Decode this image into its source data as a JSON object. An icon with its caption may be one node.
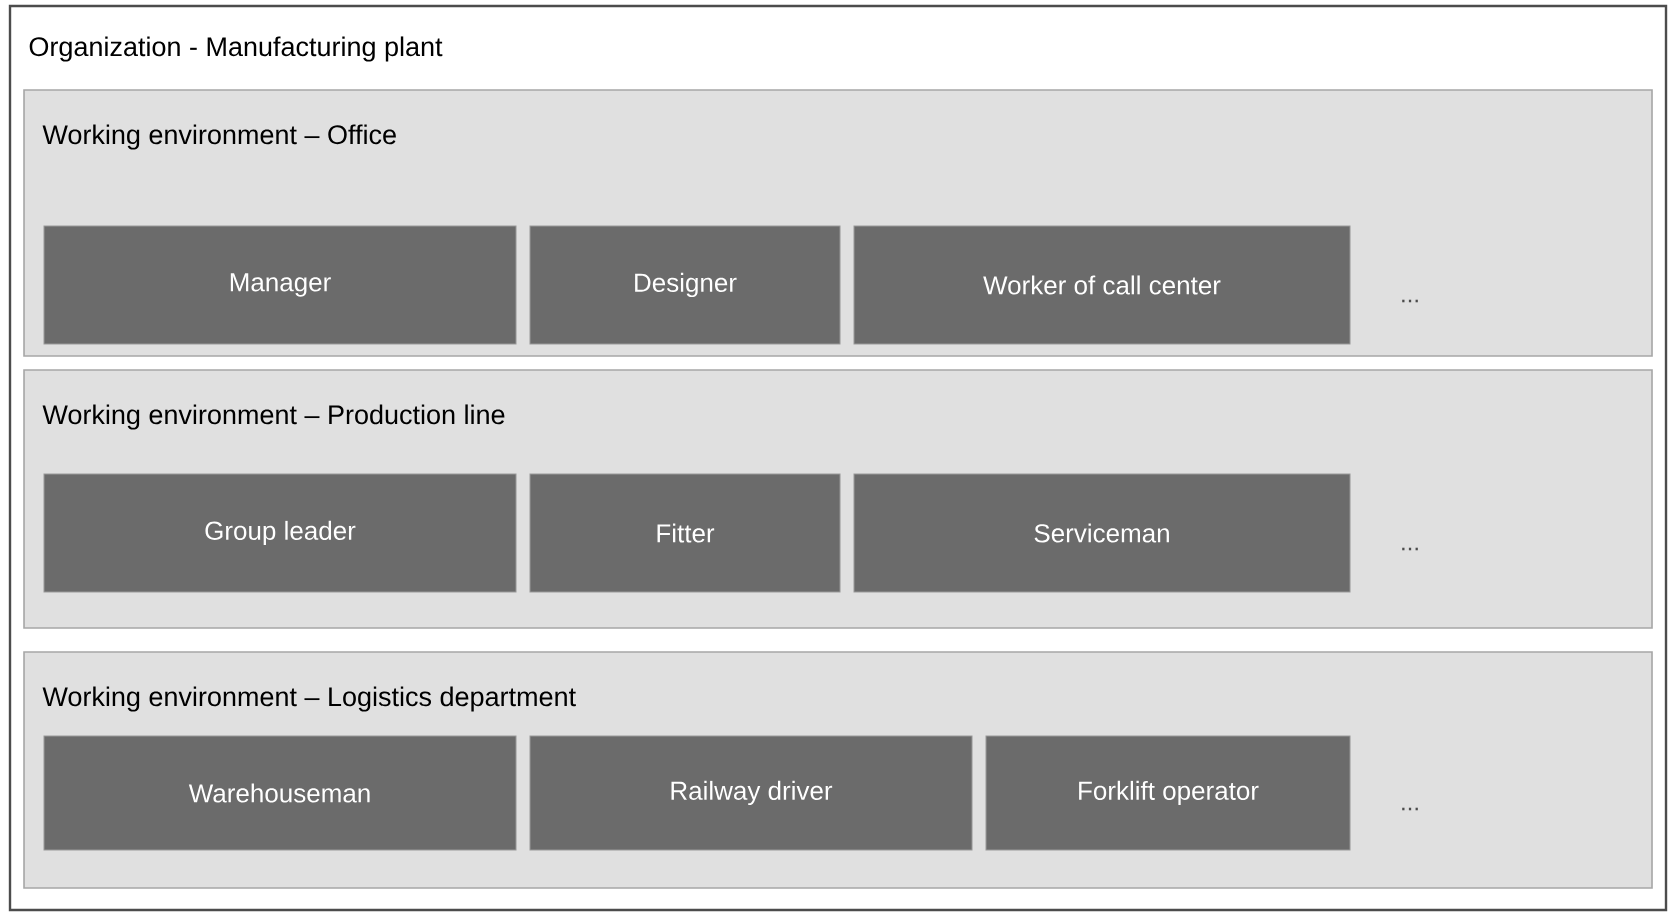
{
  "diagram": {
    "nodes": [
      {
        "text": [
          "Organization - Manufacturing plant"
        ]
      },
      {
        "text": [
          "Working environment – Office",
          "..."
        ],
        "in": 0
      },
      {
        "text": [
          "Manager"
        ],
        "in": 1
      },
      {
        "text": [
          "Designer"
        ],
        "in": 1
      },
      {
        "text": [
          "Worker of call center"
        ],
        "in": 1
      },
      {
        "text": [
          "Working environment – Production line",
          "..."
        ],
        "in": 0
      },
      {
        "text": [
          "Group leader"
        ],
        "in": 5
      },
      {
        "text": [
          "Fitter"
        ],
        "in": 5
      },
      {
        "text": [
          "Serviceman"
        ],
        "in": 5
      },
      {
        "text": [
          "Working environment – Logistics department",
          "..."
        ],
        "in": 0
      },
      {
        "text": [
          "Warehouseman"
        ],
        "in": 9
      },
      {
        "text": [
          "Railway driver"
        ],
        "in": 9
      },
      {
        "text": [
          "Forklift operator"
        ],
        "in": 9
      }
    ]
  }
}
